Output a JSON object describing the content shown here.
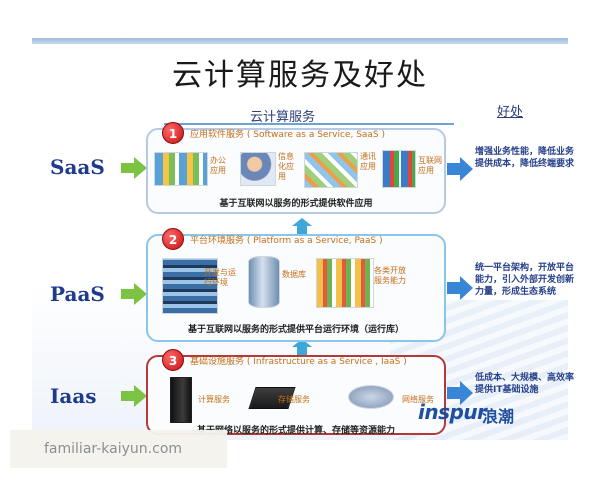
{
  "title": "云计算服务及好处",
  "column_headers": {
    "services": "云计算服务",
    "benefits": "好处"
  },
  "layers": [
    {
      "id": "saas",
      "label": "SaaS",
      "number": "1",
      "panel_title": "应用软件服务 ( Software as a Service, SaaS )",
      "items": [
        "办公\n应用",
        "信息\n化应\n用",
        "通讯\n应用",
        "互联网\n应用"
      ],
      "footer": "基于互联网以服务的形式提供软件应用",
      "benefit": "增强业务性能，降低业务提供成本，降低终端要求"
    },
    {
      "id": "paas",
      "label": "PaaS",
      "number": "2",
      "panel_title": "平台环境服务 ( Platform as a Service, PaaS )",
      "items": [
        "开发与运\n行环境",
        "数据库",
        "各类开放\n服务能力"
      ],
      "footer": "基于互联网以服务的形式提供平台运行环境（运行库）",
      "benefit": "统一平台架构，开放平台能力，引入外部开发创新力量，形成生态系统"
    },
    {
      "id": "iaas",
      "label": "Iaas",
      "number": "3",
      "panel_title": "基础设施服务 ( Infrastructure as a Service , IaaS )",
      "items": [
        "计算服务",
        "存储服务",
        "网络服务"
      ],
      "footer": "基于网络以服务的形式提供计算、存储等资源能力",
      "benefit": "低成本、大规模、高效率提供IT基础设施"
    }
  ],
  "logo": {
    "latin": "inspur",
    "chinese": "浪潮"
  },
  "watermark": "familiar-kaiyun.com",
  "colors": {
    "layer_label": "#1e3a8c",
    "panel_title": "#c3701c",
    "badge": "#d11a1a",
    "green_arrow": "#7cc243",
    "blue_arrow": "#3a86d6",
    "iaas_border": "#b43a3a",
    "paas_border": "#8ac6ea",
    "saas_border": "#b7c9e4"
  }
}
